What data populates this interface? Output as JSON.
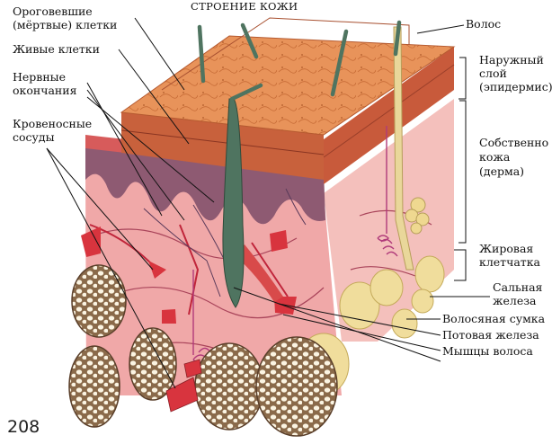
{
  "title": "СТРОЕНИЕ КОЖИ",
  "page_number": "208",
  "labels_left": {
    "horny_cells_1": "Ороговевшие",
    "horny_cells_2": "(мёртвые) клетки",
    "living_cells": "Живые клетки",
    "nerve_endings_1": "Нервные",
    "nerve_endings_2": "окончания",
    "blood_vessels_1": "Кровеносные",
    "blood_vessels_2": "сосуды"
  },
  "labels_right": {
    "hair": "Волос",
    "epidermis_1": "Наружный",
    "epidermis_2": "слой",
    "epidermis_3": "(эпидермис)",
    "dermis_1": "Собственно",
    "dermis_2": "кожа",
    "dermis_3": "(дерма)",
    "fat_1": "Жировая",
    "fat_2": "клетчатка",
    "sebaceous_1": "Сальная",
    "sebaceous_2": "железа",
    "hair_follicle": "Волосяная сумка",
    "sweat_gland": "Потовая железа",
    "hair_muscles": "Мышцы волоса"
  },
  "colors": {
    "epidermis_top": "#e8935a",
    "epidermis_side": "#d9743f",
    "living_layer": "#e07866",
    "dermis": "#f2b3b3",
    "dermis_dark": "#a9445a",
    "papillae": "#8e5a72",
    "fat": "#f1e3a0",
    "muscle": "#d84a4a",
    "hair": "#4f7460"
  }
}
